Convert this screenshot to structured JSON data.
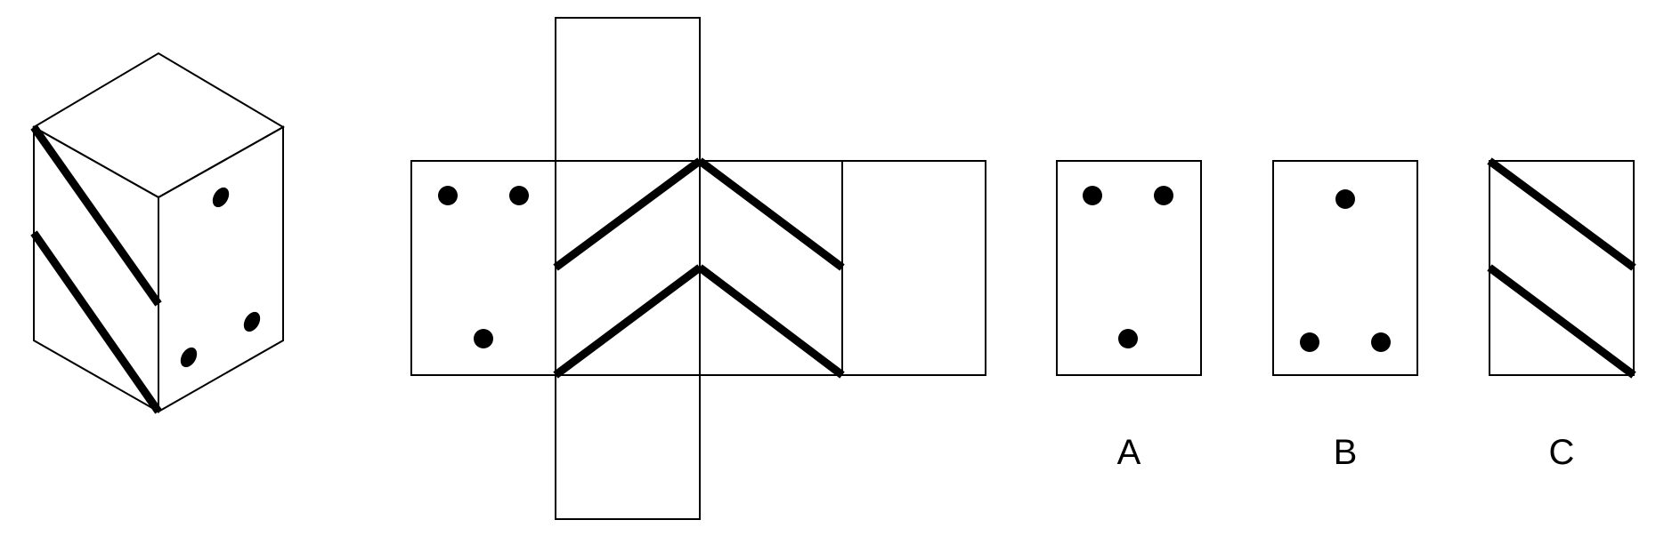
{
  "options": [
    {
      "label": "A"
    },
    {
      "label": "B"
    },
    {
      "label": "C"
    }
  ],
  "colors": {
    "line": "#000000",
    "background": "#ffffff"
  }
}
